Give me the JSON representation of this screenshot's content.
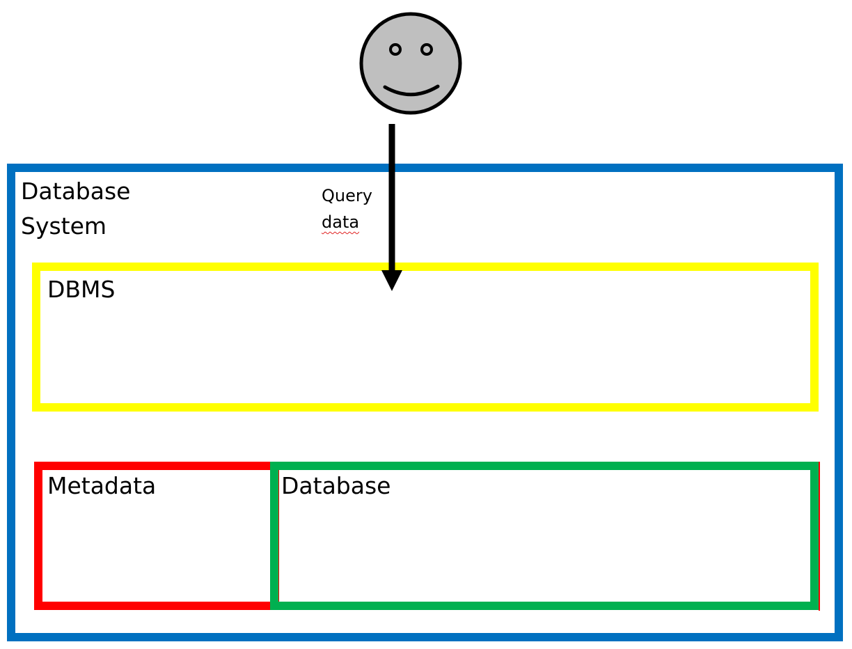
{
  "diagram": {
    "system_label_line1": "Database",
    "system_label_line2": "System",
    "query_label_line1": "Query",
    "query_label_line2": "data",
    "dbms_label": "DBMS",
    "metadata_label": "Metadata",
    "database_label": "Database"
  },
  "colors": {
    "system_border": "#0070C0",
    "dbms_border": "#FFFF00",
    "metadata_border": "#FF0000",
    "database_border": "#00B050",
    "face_fill": "#BFBFBF",
    "arrow": "#000000"
  },
  "icons": {
    "user": "smiley-face-icon",
    "flow": "down-arrow"
  }
}
